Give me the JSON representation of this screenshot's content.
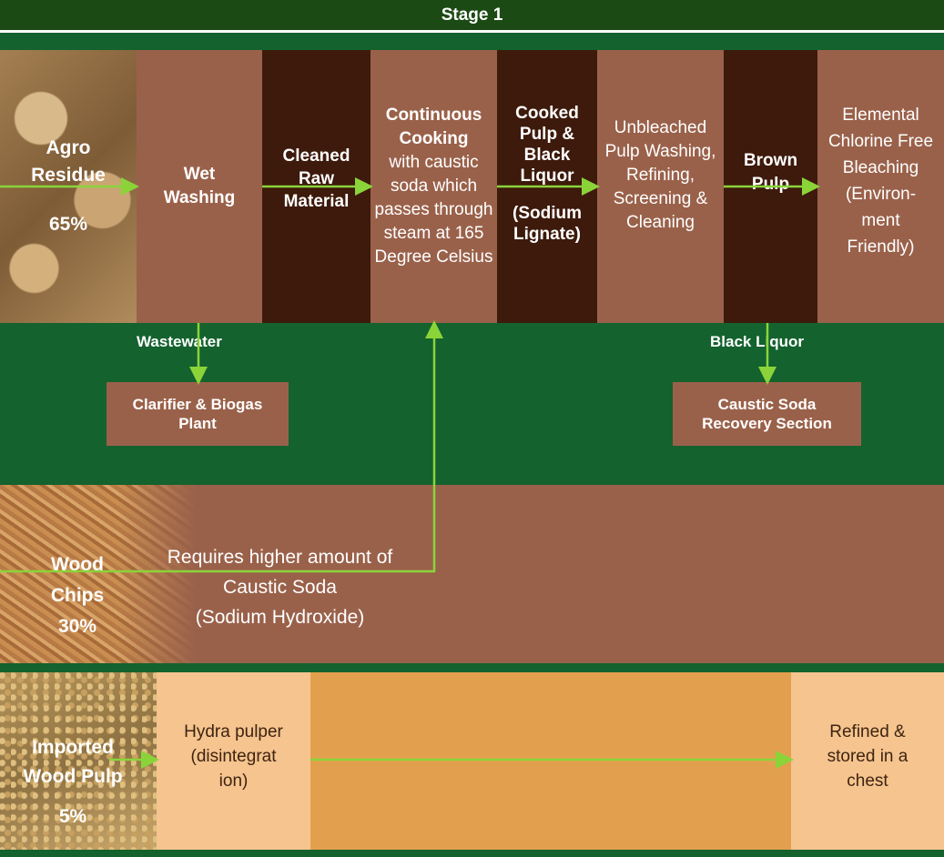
{
  "stage_title": "Stage 1",
  "agro": {
    "name_line1": "Agro",
    "name_line2": "Residue",
    "percent": "65%"
  },
  "steps": {
    "wet_washing": {
      "line1": "Wet",
      "line2": "Washing"
    },
    "cleaned_raw": {
      "line1": "Cleaned",
      "line2": "Raw",
      "line3": "Material"
    },
    "continuous_cooking": {
      "bold1": "Continuous",
      "bold2": "Cooking",
      "rest": "with caustic soda which passes through steam at 165 Degree Celsius"
    },
    "cooked_pulp": {
      "bold": "Cooked Pulp & Black Liquor",
      "sub": "(Sodium Lignate)"
    },
    "unbleached": {
      "text": "Unbleached Pulp Washing, Refining, Screening & Cleaning"
    },
    "brown_pulp": {
      "line1": "Brown",
      "line2": "Pulp"
    },
    "ecf": {
      "text": "Elemental Chlorine Free Bleaching (Environ-ment Friendly)"
    }
  },
  "byproducts": {
    "wastewater_label": "Wastewater",
    "clarifier": "Clarifier & Biogas Plant",
    "black_liquor_label": "Black Liquor",
    "caustic_recovery": "Caustic Soda Recovery Section"
  },
  "wood": {
    "name_line1": "Wood",
    "name_line2": "Chips",
    "percent": "30%",
    "note_line1": "Requires higher amount of",
    "note_line2": "Caustic Soda",
    "note_line3": "(Sodium Hydroxide)"
  },
  "imported": {
    "name_line1": "Imported",
    "name_line2": "Wood Pulp",
    "percent": "5%",
    "hydra": "Hydra pulper (disintegrat ion)",
    "refined": "Refined & stored in a chest"
  },
  "colors": {
    "dark_green": "#14622e",
    "title_green": "#1c4a14",
    "brown": "#9a614a",
    "dark_brown": "#3d1a0b",
    "light_orange": "#f6c48e",
    "orange": "#e2a04e",
    "arrow": "#8ad43a"
  }
}
